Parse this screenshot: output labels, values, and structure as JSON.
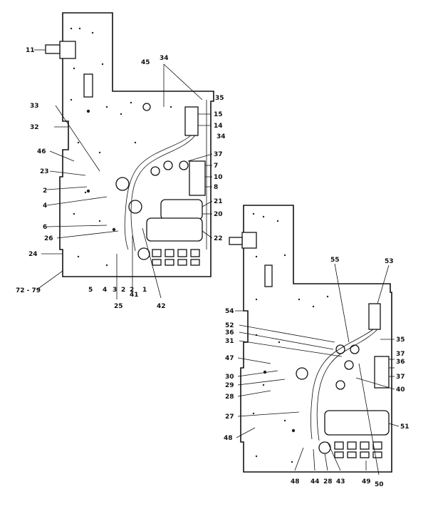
{
  "diagram": {
    "board_a": {
      "labels": [
        "11",
        "45",
        "34",
        "35",
        "33",
        "32",
        "15",
        "14",
        "34",
        "46",
        "23",
        "37",
        "2",
        "7",
        "10",
        "8",
        "4",
        "21",
        "20",
        "6",
        "26",
        "22",
        "24",
        "72 - 79",
        "5",
        "4",
        "3",
        "2",
        "2",
        "1",
        "25",
        "41",
        "42"
      ]
    },
    "board_b": {
      "labels": [
        "55",
        "53",
        "54",
        "52",
        "36",
        "31",
        "35",
        "37",
        "36",
        "37",
        "47",
        "30",
        "29",
        "28",
        "40",
        "27",
        "51",
        "48",
        "48",
        "44",
        "28",
        "43",
        "49",
        "50"
      ]
    }
  }
}
